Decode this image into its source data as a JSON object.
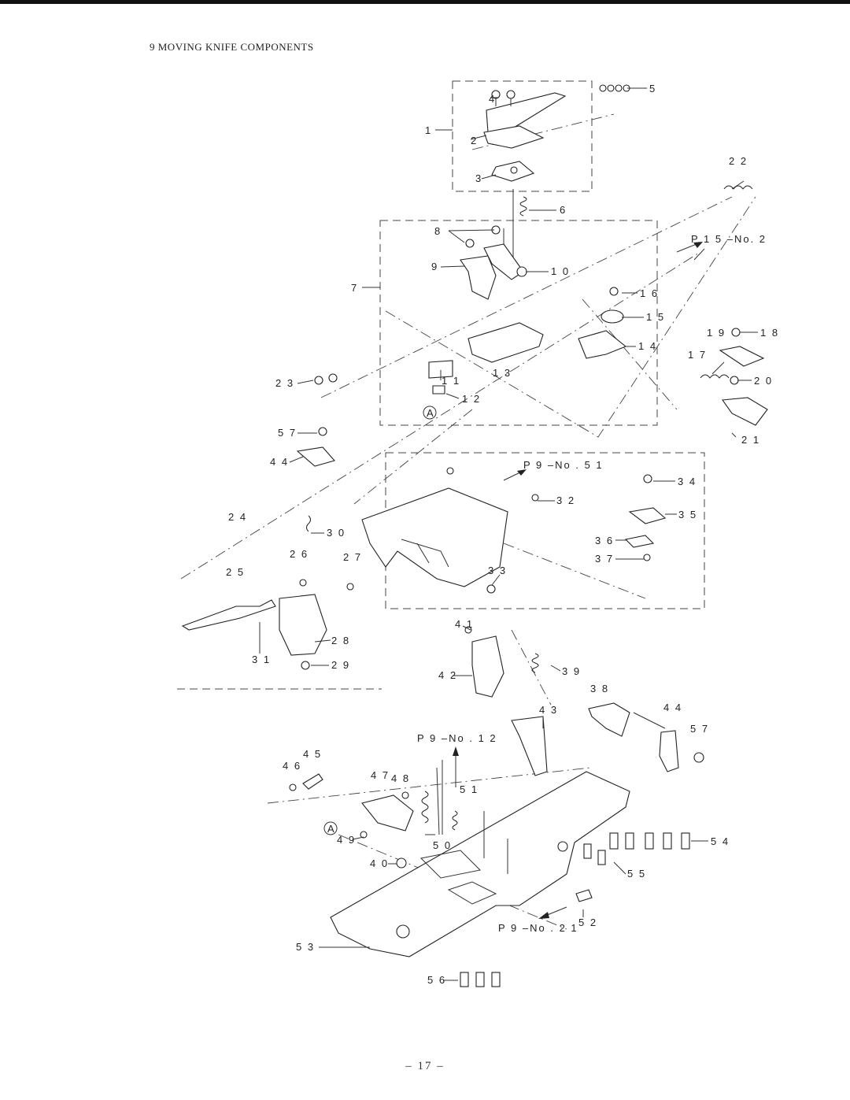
{
  "section_title": "9  MOVING KNIFE COMPONENTS",
  "page_number": "– 17 –",
  "callouts": {
    "c1": "1",
    "c2": "2",
    "c3": "3",
    "c4": "4",
    "c5": "5",
    "c6": "6",
    "c7": "7",
    "c8": "8",
    "c9": "9",
    "c10": "1 0",
    "c11": "1 1",
    "c12": "1 2",
    "c13": "1 3",
    "c14": "1 4",
    "c15": "1 5",
    "c16": "1 6",
    "c17": "1 7",
    "c18": "1 8",
    "c19": "1 9",
    "c20": "2 0",
    "c21": "2 1",
    "c22": "2 2",
    "c23": "2 3",
    "c24": "2 4",
    "c25": "2 5",
    "c26": "2 6",
    "c27": "2 7",
    "c28": "2 8",
    "c29": "2 9",
    "c30": "3 0",
    "c31": "3 1",
    "c32": "3 2",
    "c33": "3 3",
    "c34": "3 4",
    "c35": "3 5",
    "c36": "3 6",
    "c37": "3 7",
    "c38": "3 8",
    "c39": "3 9",
    "c40": "4 0",
    "c41": "4 1",
    "c42": "4 2",
    "c43": "4 3",
    "c44a": "4 4",
    "c44b": "4 4",
    "c45": "4 5",
    "c46": "4 6",
    "c47": "4 7",
    "c48": "4 8",
    "c49": "4 9",
    "c50": "5 0",
    "c51": "5 1",
    "c52": "5 2",
    "c53": "5 3",
    "c54": "5 4",
    "c55": "5 5",
    "c56": "5 6",
    "c57a": "5 7",
    "c57b": "5 7",
    "markA1": "A",
    "markA2": "A"
  },
  "references": {
    "ref_p15_no2": "P 1 5 –No. 2",
    "ref_p9_no51": "P 9 –No . 5 1",
    "ref_p9_no12": "P 9 –No . 1 2",
    "ref_p9_no21": "P 9 –No . 2 1"
  }
}
